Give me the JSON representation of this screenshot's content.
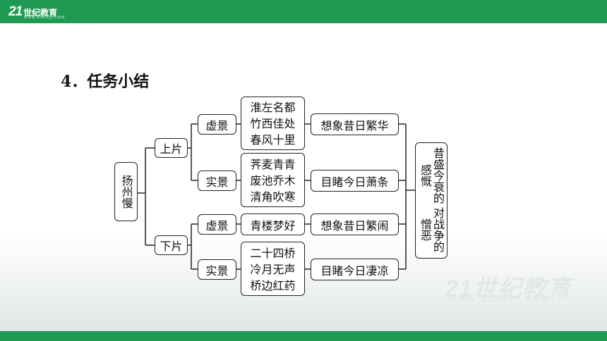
{
  "header": {
    "logo_mark": "21",
    "logo_text": "世纪教育",
    "logo_url": "www.21cnjy.com"
  },
  "watermark": {
    "text": "21世纪教育",
    "url": "WWW.21CNJY.COM"
  },
  "title": "4．任务小结",
  "diagram": {
    "root": "扬州慢",
    "sections": [
      {
        "label": "上片",
        "branches": [
          {
            "type": "虚景",
            "content": "淮左名都\n竹西佳处\n春风十里",
            "meaning": "想象昔日繁华"
          },
          {
            "type": "实景",
            "content": "荠麦青青\n废池乔木\n清角吹寒",
            "meaning": "目睹今日萧条"
          }
        ]
      },
      {
        "label": "下片",
        "branches": [
          {
            "type": "虚景",
            "content": "青楼梦好",
            "meaning": "想象昔日繁闹"
          },
          {
            "type": "实景",
            "content": "二十四桥\n冷月无声\n桥边红药",
            "meaning": "目睹今日凄凉"
          }
        ]
      }
    ],
    "conclusion_line1": "昔盛今衰的感慨",
    "conclusion_line2": "对战争的憎恶"
  }
}
